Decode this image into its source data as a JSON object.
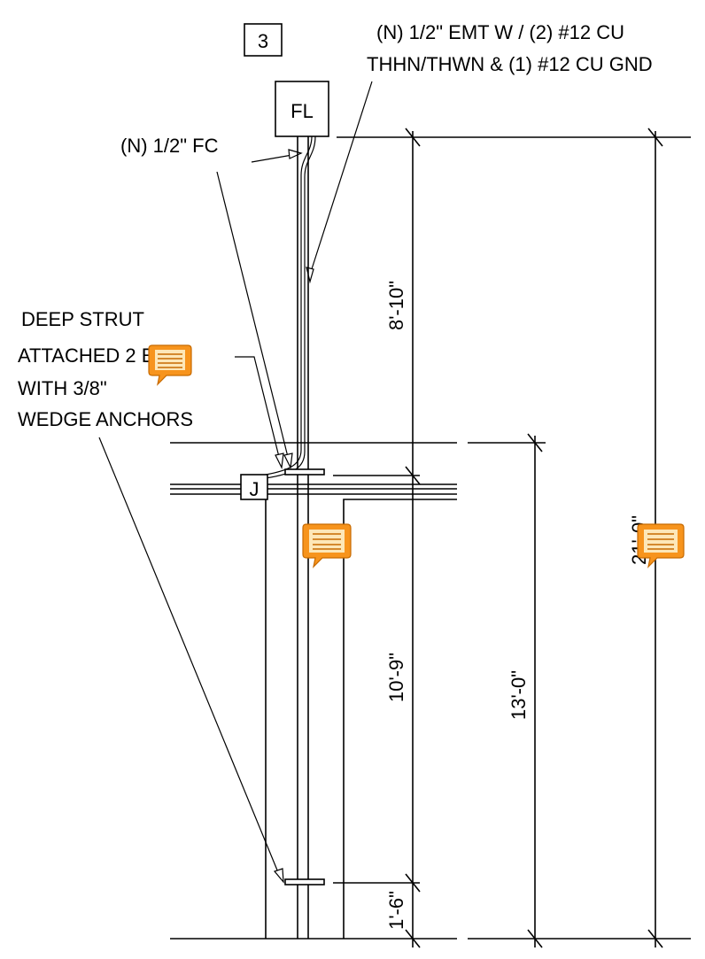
{
  "tag": "3",
  "fixture": "FL",
  "junction": "J",
  "notes": {
    "emt_line1": "(N) 1/2\" EMT W / (2) #12 CU",
    "emt_line2": "THHN/THWN & (1) #12 CU GND",
    "fc": "(N) 1/2\" FC",
    "strut_line1": "DEEP STRUT",
    "strut_line2": "ATTACHED 2 EL",
    "strut_line3": "WITH 3/8\"",
    "strut_line4": "WEDGE ANCHORS"
  },
  "dimensions": {
    "d1": "8'-10\"",
    "d2": "10'-9\"",
    "d3": "1'-6\"",
    "d4": "13'-0\"",
    "d5": "21'-0\""
  },
  "comment_color": "#F7941D"
}
